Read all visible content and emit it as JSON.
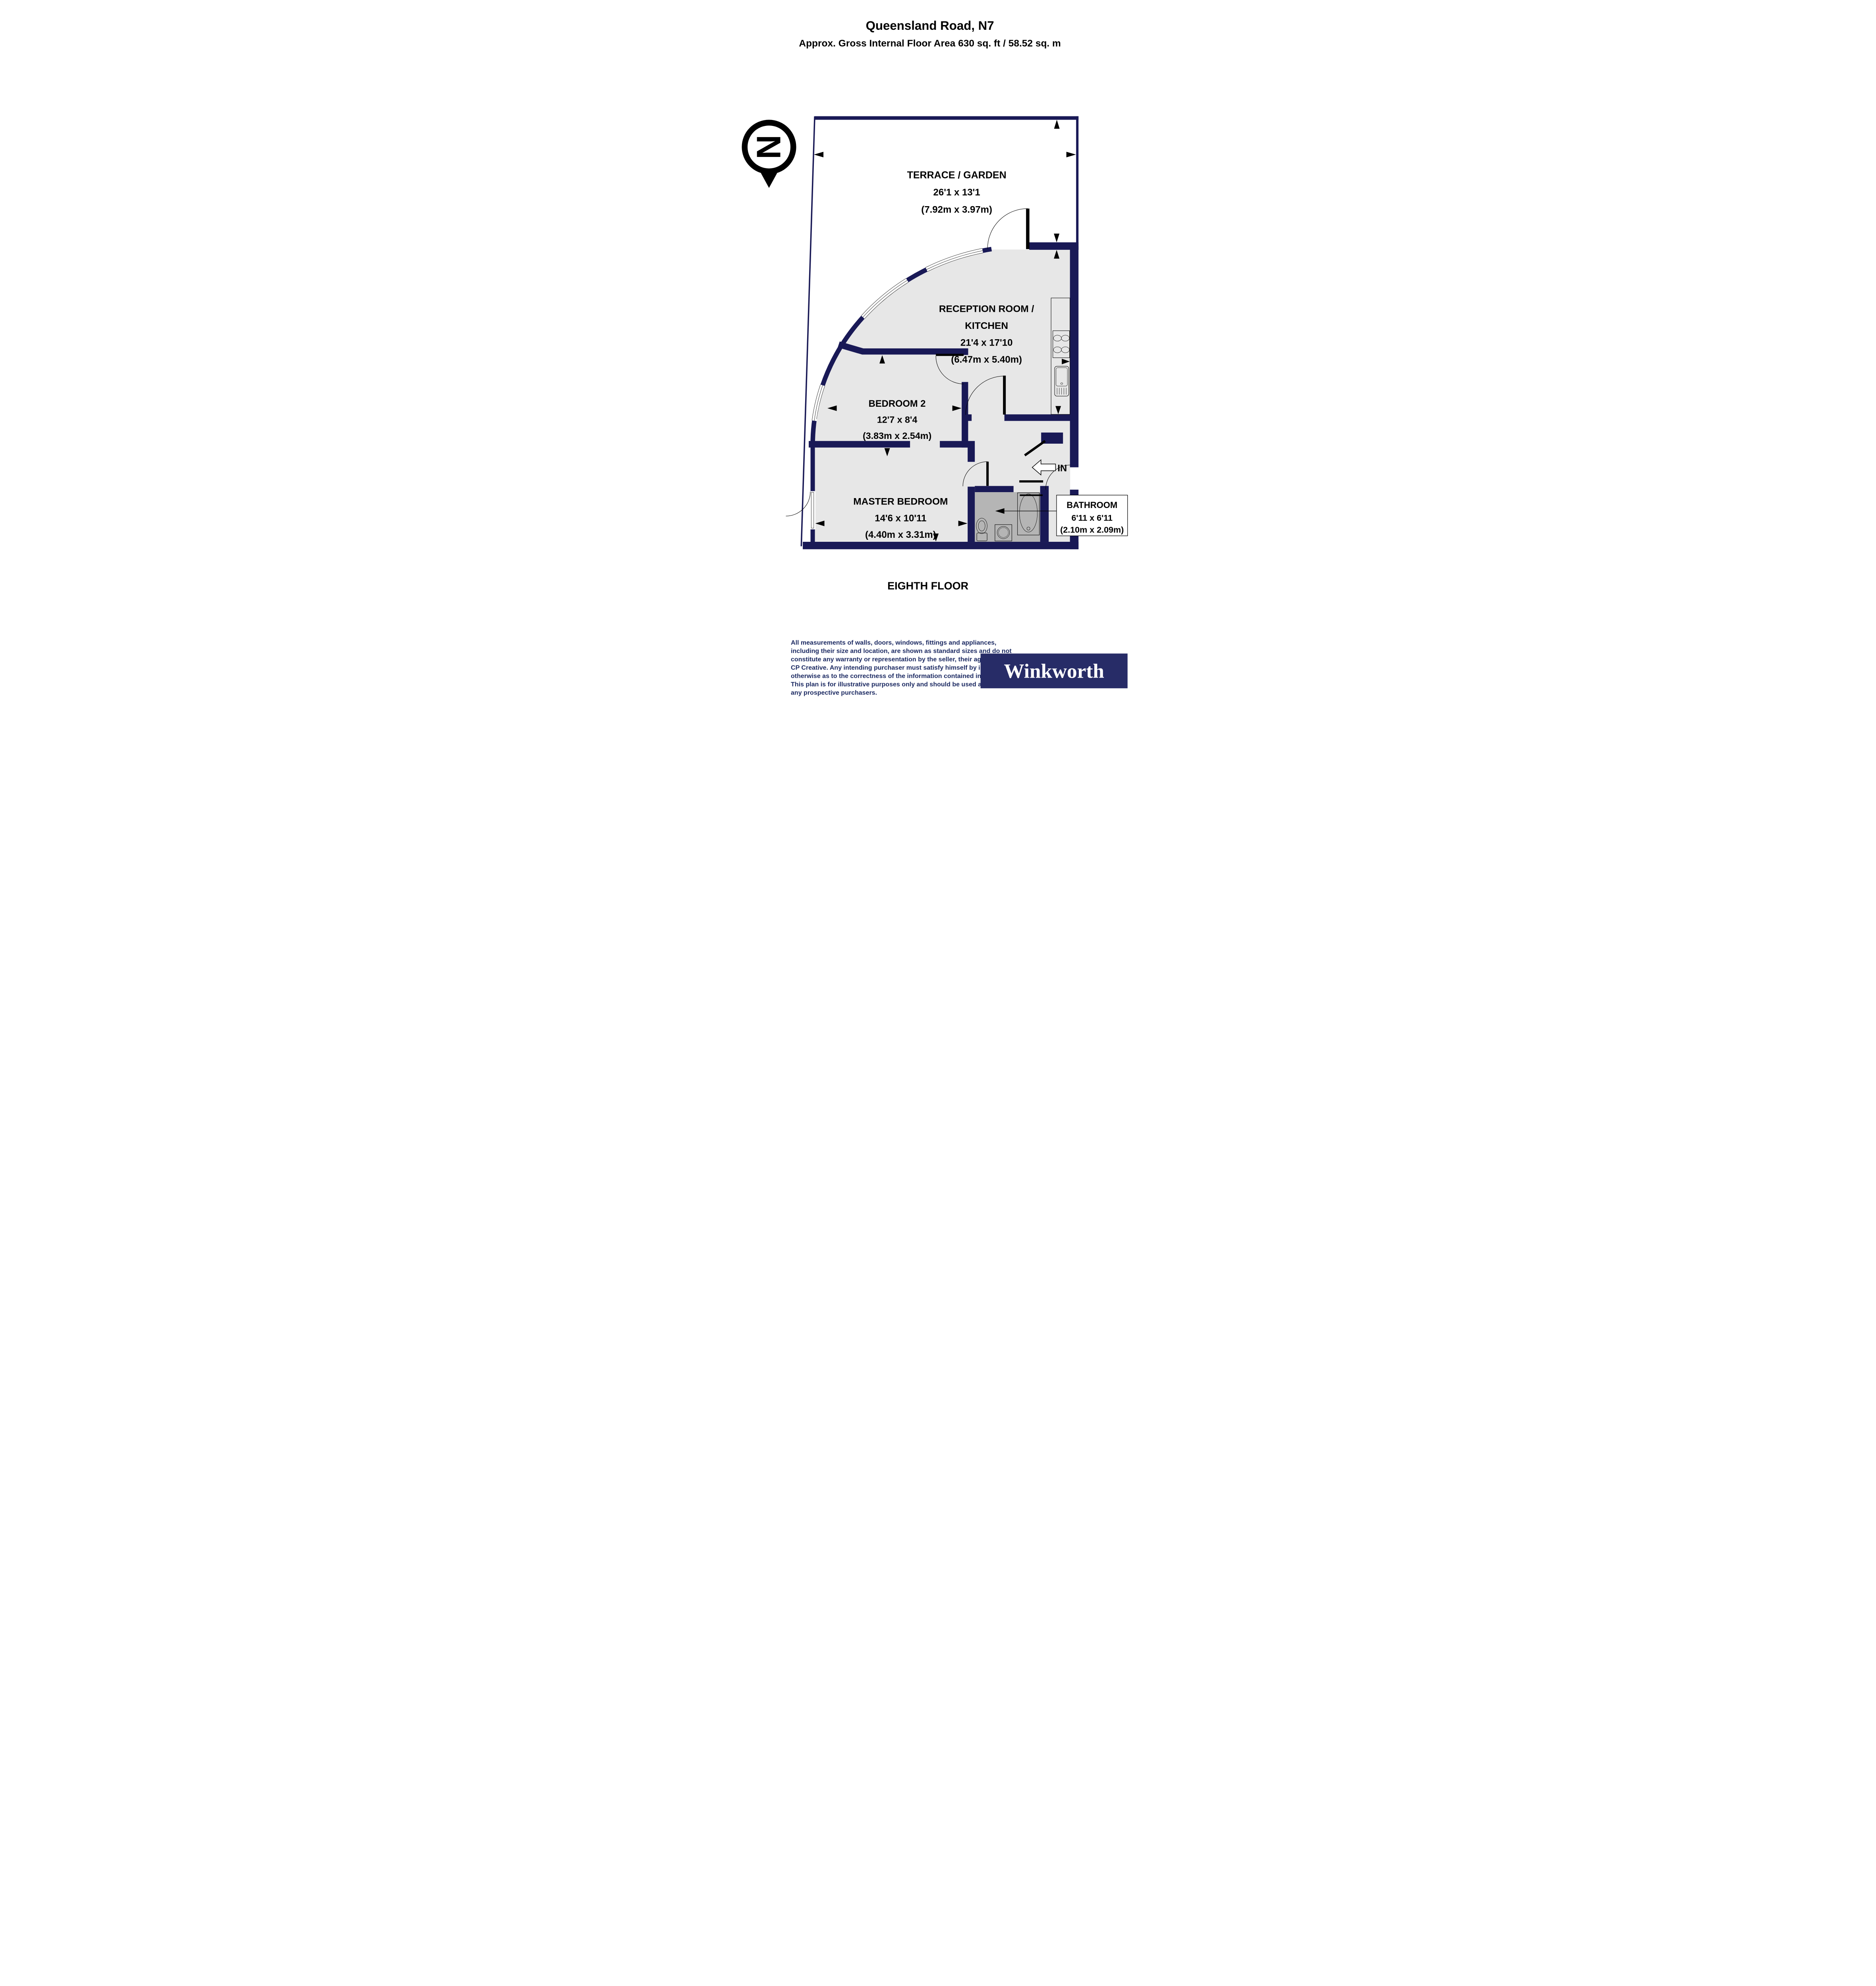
{
  "header": {
    "title": "Queensland Road, N7",
    "subtitle": "Approx. Gross Internal Floor Area 630 sq. ft / 58.52 sq. m"
  },
  "compass": {
    "letter": "N"
  },
  "rooms": {
    "terrace": {
      "name": "TERRACE / GARDEN",
      "dims_ft": "26'1 x 13'1",
      "dims_m": "(7.92m x 3.97m)"
    },
    "reception": {
      "name_line1": "RECEPTION ROOM /",
      "name_line2": "KITCHEN",
      "dims_ft": "21'4 x 17'10",
      "dims_m": "(6.47m x 5.40m)"
    },
    "bedroom2": {
      "name": "BEDROOM 2",
      "dims_ft": "12'7 x 8'4",
      "dims_m": "(3.83m x 2.54m)"
    },
    "master_bedroom": {
      "name": "MASTER BEDROOM",
      "dims_ft": "14'6 x 10'11",
      "dims_m": "(4.40m x 3.31m)"
    },
    "bathroom": {
      "name": "BATHROOM",
      "dims_ft": "6'11 x 6'11",
      "dims_m": "(2.10m x 2.09m)"
    }
  },
  "entrance": {
    "label": "IN"
  },
  "floor_label": "EIGHTH FLOOR",
  "footer": {
    "disclaimer_lines": [
      "All measurements of walls, doors, windows, fittings and appliances,",
      "including their size and location, are shown as standard sizes and do not",
      "constitute any warranty or representation by the seller, their agent or",
      "CP Creative. Any intending purchaser must satisfy himself by inspection or",
      "otherwise as to the correctness of the information contained in these plans.",
      "This plan is for illustrative purposes only and should be used as such by",
      "any prospective purchasers."
    ],
    "brand": "Winkworth"
  },
  "colors": {
    "wall": "#191956",
    "room_fill": "#e7e7e7",
    "bathroom_fill": "#b5b5b5",
    "disclaimer_text": "#1d2b63",
    "brand_bg": "#272c67",
    "compass_letter": "#7b7b7b"
  }
}
